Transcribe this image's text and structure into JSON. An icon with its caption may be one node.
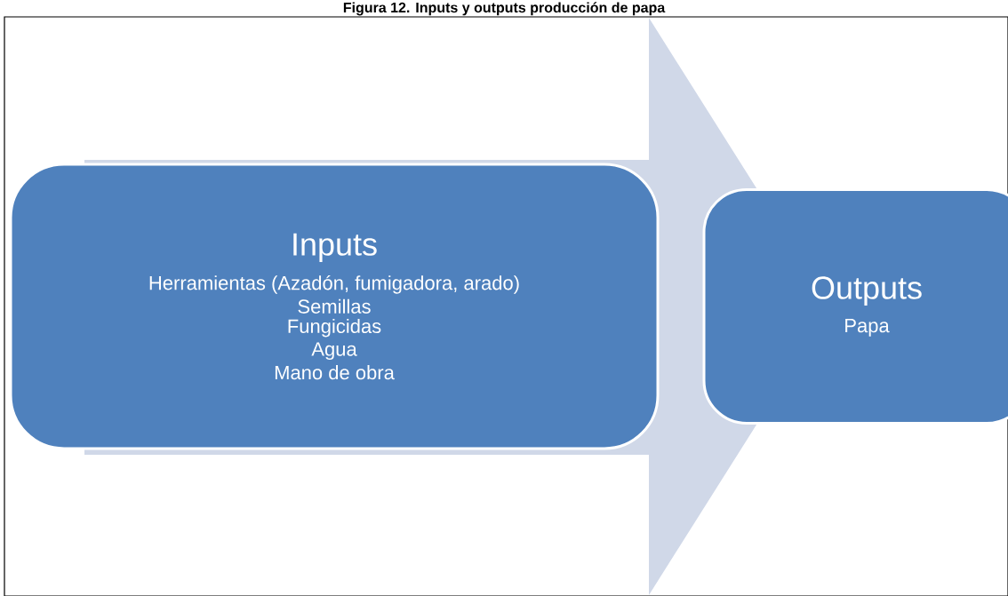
{
  "diagram": {
    "title": "Figura 12. Inputs y outputs producción de papa",
    "nodes": [
      {
        "text": [
          "Inputs",
          "Herramientas (Azadón, fumigadora, arado)",
          "Semillas",
          "Fungicidas",
          "Agua",
          "Mano de obra"
        ]
      },
      {
        "text": [
          "Outputs",
          "Papa"
        ]
      }
    ],
    "edges": [
      {
        "from": 0,
        "to": 1,
        "arrow": "to"
      }
    ]
  }
}
